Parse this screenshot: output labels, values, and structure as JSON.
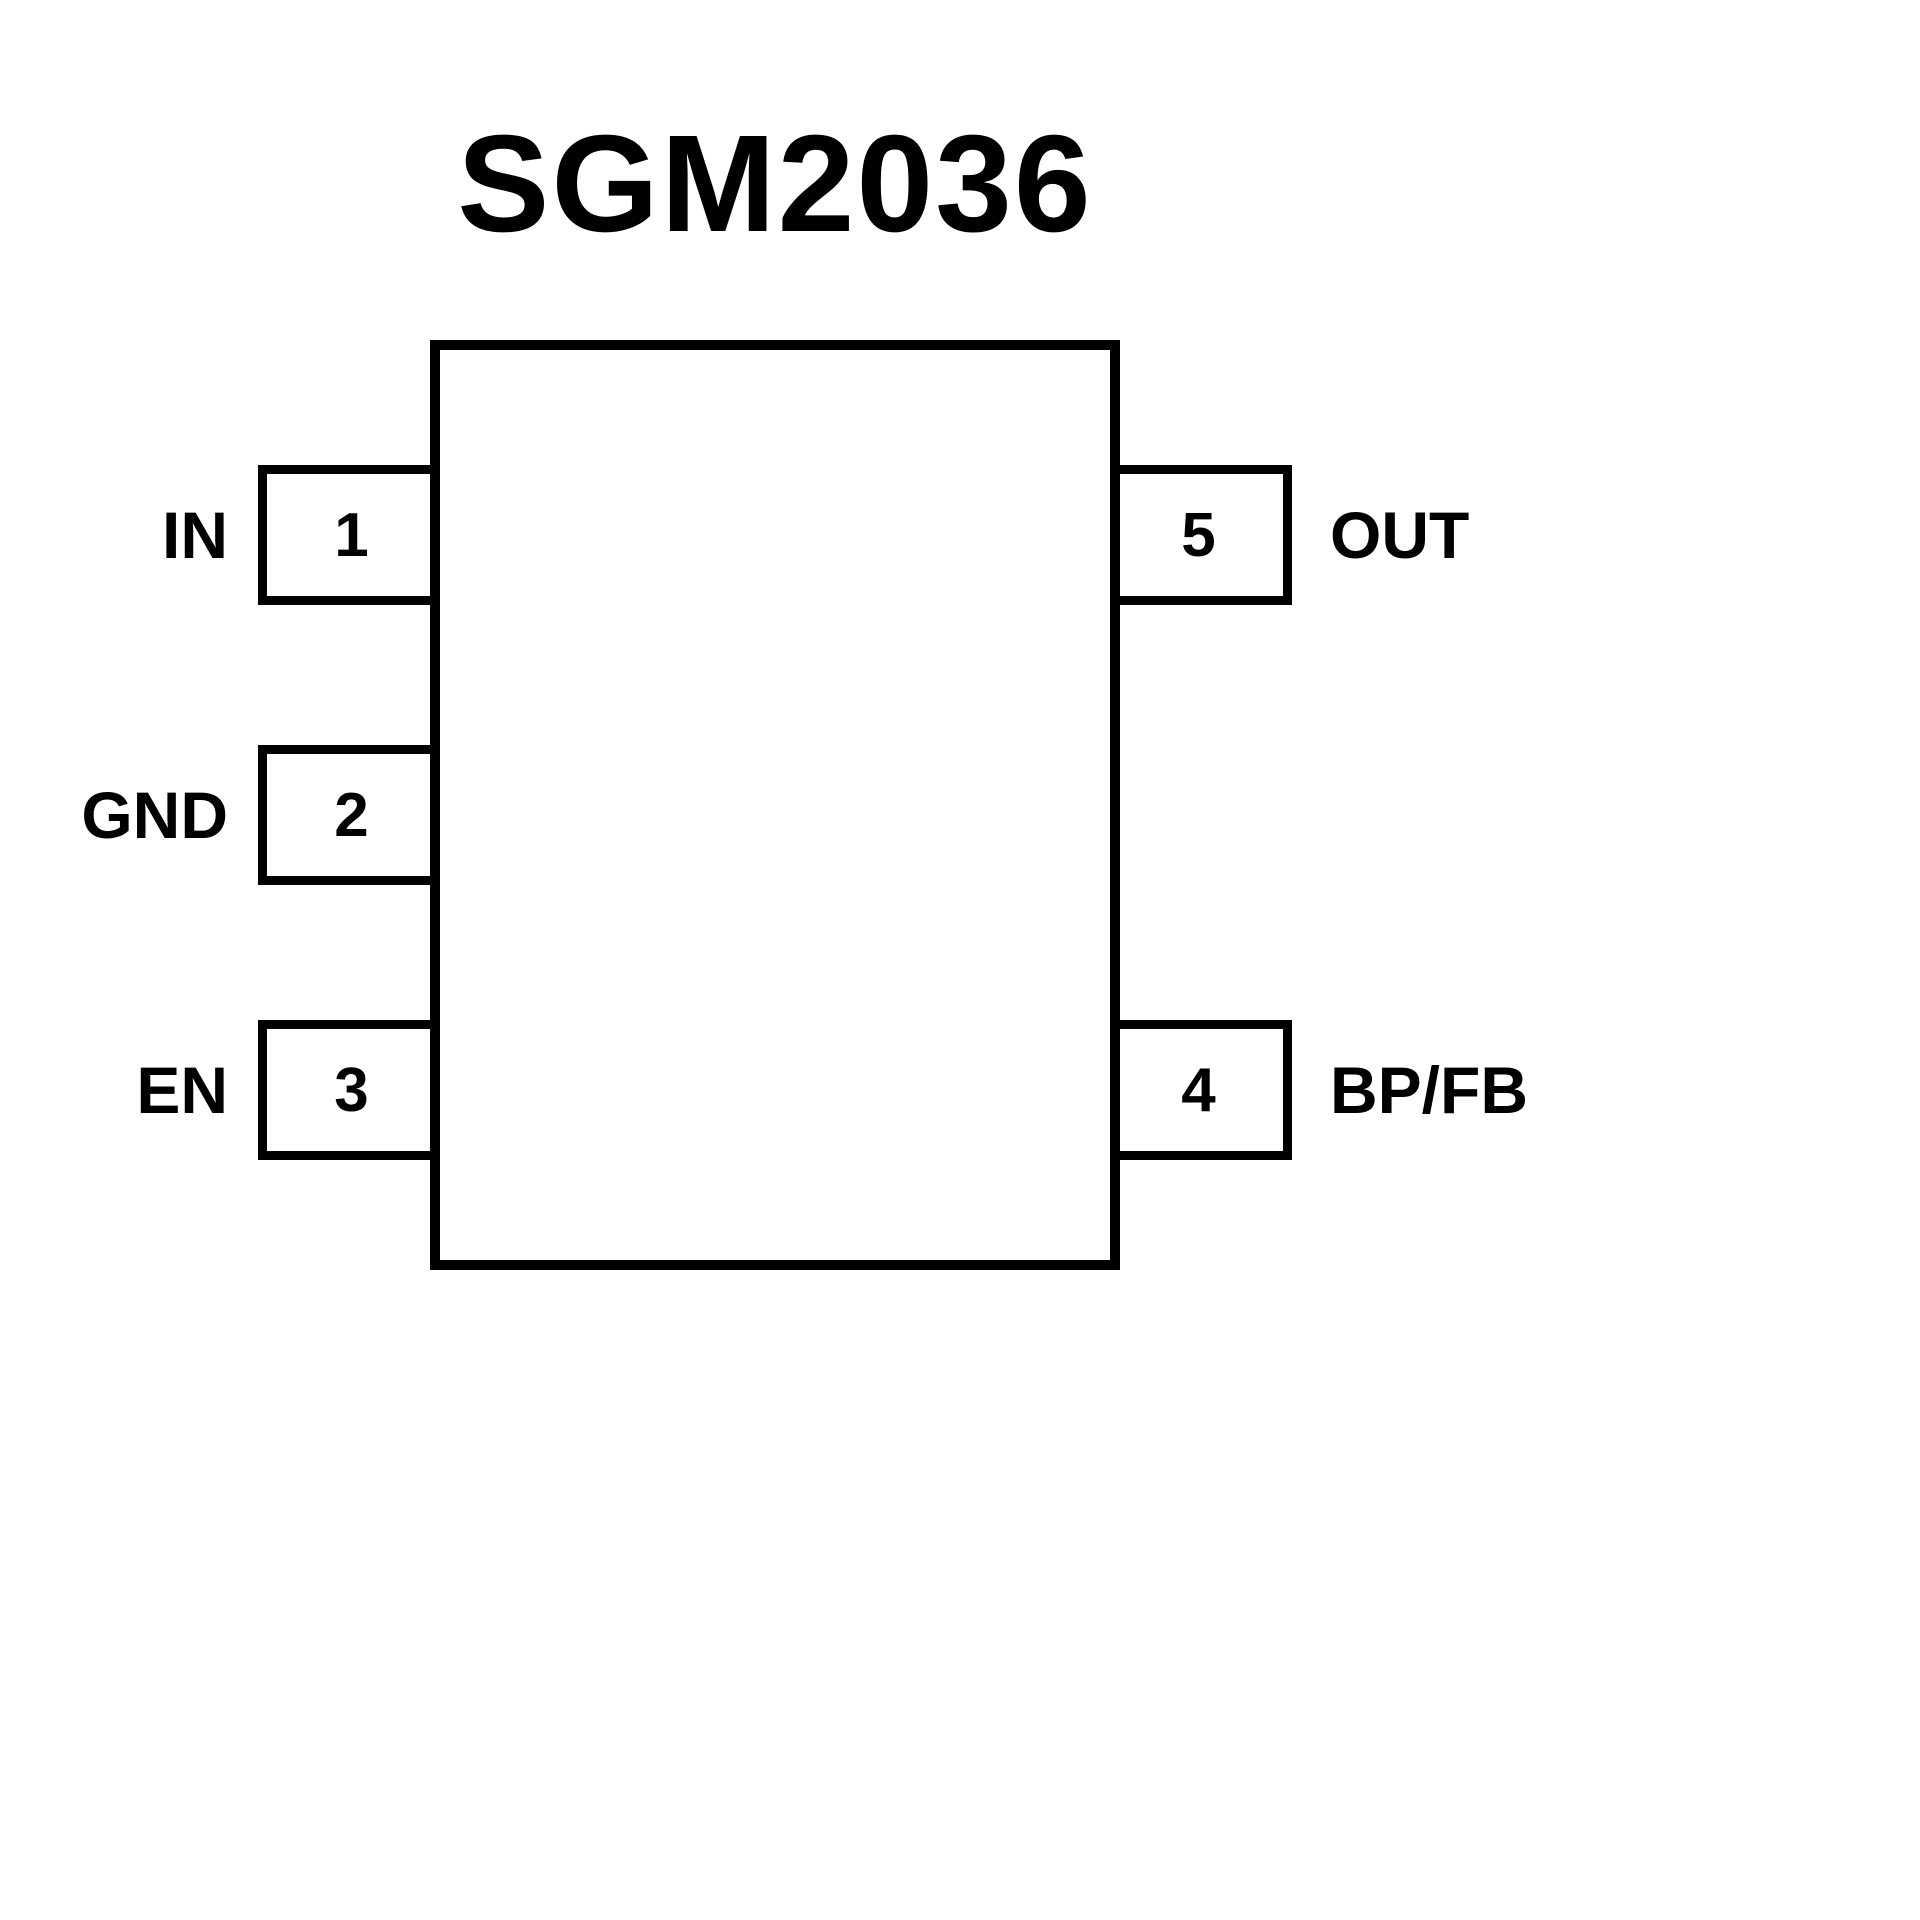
{
  "title": "SGM2036",
  "diagram": {
    "type": "ic-pinout",
    "pins": [
      {
        "number": "1",
        "label": "IN",
        "side": "left",
        "row": "top"
      },
      {
        "number": "2",
        "label": "GND",
        "side": "left",
        "row": "middle"
      },
      {
        "number": "3",
        "label": "EN",
        "side": "left",
        "row": "bottom"
      },
      {
        "number": "4",
        "label": "BP/FB",
        "side": "right",
        "row": "bottom"
      },
      {
        "number": "5",
        "label": "OUT",
        "side": "right",
        "row": "top"
      }
    ]
  },
  "colors": {
    "line": "#000000",
    "background": "#ffffff"
  }
}
